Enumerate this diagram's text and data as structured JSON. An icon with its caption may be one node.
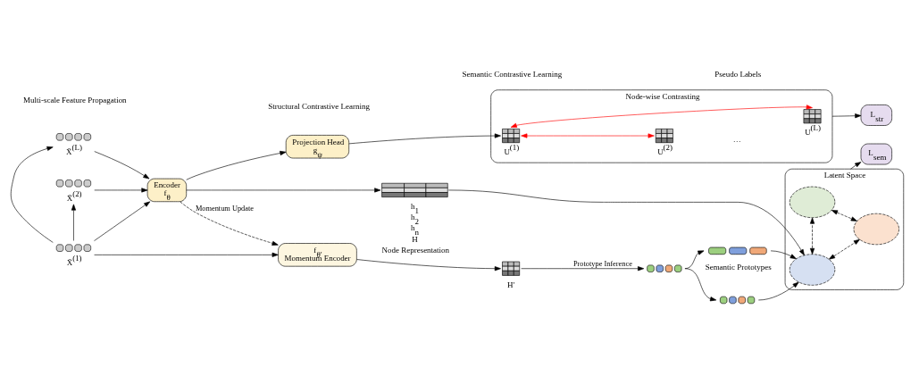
{
  "diagram": {
    "nodes": [
      {
        "text": [],
        "shape": "graph",
        "beside": [
          "X̄$^{(L)}$"
        ]
      },
      {
        "text": [],
        "shape": "graph",
        "beside": [
          "X̄$^{(2)}$"
        ]
      },
      {
        "text": [],
        "shape": "graph",
        "beside": [
          "X̄$^{(1)}$"
        ]
      },
      {
        "text": [
          "Encoder",
          "f$_{θ}$"
        ]
      },
      {
        "text": [
          "Projection Head",
          "g$_{ψ}$"
        ]
      },
      {
        "text": [
          "f$_{θ′}$",
          "Momentum Encoder"
        ]
      },
      {
        "text": [
          "Node-wise Contrasting"
        ]
      },
      {
        "text": [],
        "shape": "matrix",
        "in": 6,
        "beside": [
          "U$^{(1)}$"
        ]
      },
      {
        "text": [],
        "shape": "matrix",
        "in": 6,
        "beside": [
          "U$^{(2)}$"
        ]
      },
      {
        "text": [],
        "shape": "matrix",
        "in": 6,
        "beside": [
          "U$^{(L)}$"
        ]
      },
      {
        "text": [
          "L$_{str}$"
        ]
      },
      {
        "text": [],
        "shape": "matrix",
        "beside": [
          "h$_{1}$",
          "h$_{2}$",
          "h$_{n}$",
          "H",
          "Node Representation"
        ]
      },
      {
        "text": [],
        "shape": "matrix",
        "beside": [
          "H′"
        ]
      },
      {
        "text": [],
        "shape": "star",
        "beside": [
          "Semantic Prototypes"
        ]
      },
      {
        "text": [],
        "shape": "graph"
      },
      {
        "text": [],
        "shape": "graph"
      },
      {
        "text": [
          "Latent Space"
        ]
      },
      {
        "text": [],
        "shape": "ellipse",
        "in": 16
      },
      {
        "text": [],
        "shape": "ellipse",
        "in": 16
      },
      {
        "text": [],
        "shape": "ellipse",
        "in": 16
      },
      {
        "text": [
          "L$_{sem}$"
        ]
      }
    ],
    "edges": [
      {
        "from": 0,
        "to": 3,
        "arrow": "to"
      },
      {
        "from": 1,
        "to": 3,
        "arrow": "to"
      },
      {
        "from": 2,
        "to": 3,
        "arrow": "to"
      },
      {
        "from": 2,
        "to": 5,
        "arrow": "to"
      },
      {
        "from": 2,
        "to": 1,
        "arrow": "to"
      },
      {
        "from": 2,
        "to": 0,
        "arrow": "to"
      },
      {
        "from": 3,
        "to": 4,
        "arrow": "to"
      },
      {
        "from": 4,
        "to": 6,
        "arrow": "to"
      },
      {
        "from": 7,
        "to": 8,
        "arrow": "both",
        "color": "#ff0000"
      },
      {
        "from": 7,
        "to": 9,
        "arrow": "both",
        "color": "#ff0000"
      },
      {
        "from": 6,
        "to": 10,
        "arrow": "to"
      },
      {
        "from": 3,
        "to": 11,
        "arrow": "to"
      },
      {
        "from": 3,
        "to": 5,
        "arrow": "to",
        "style": "dashed",
        "label": "Momentum Update"
      },
      {
        "from": 5,
        "to": 12,
        "arrow": "to"
      },
      {
        "from": 12,
        "to": 14,
        "arrow": "to",
        "label": "Prototype Inference"
      },
      {
        "from": 14,
        "to": 13,
        "arrow": "to"
      },
      {
        "from": 14,
        "to": 15,
        "arrow": "to"
      },
      {
        "from": 11,
        "to": 16,
        "arrow": "to"
      },
      {
        "from": 13,
        "to": 16,
        "arrow": "to"
      },
      {
        "from": 15,
        "to": 16,
        "arrow": "to"
      },
      {
        "from": 17,
        "to": 18,
        "arrow": "both",
        "style": "dashed"
      },
      {
        "from": 17,
        "to": 19,
        "arrow": "both",
        "style": "dashed"
      },
      {
        "from": 19,
        "to": 18,
        "arrow": "both",
        "style": "dashed"
      },
      {
        "from": 16,
        "to": 20,
        "arrow": "to"
      }
    ],
    "labels": [
      "Structural Contrastive Learning",
      "Multi-scale Feature Propagation",
      "…",
      "Pseudo Labels",
      "Semantic Contrastive Learning"
    ]
  }
}
